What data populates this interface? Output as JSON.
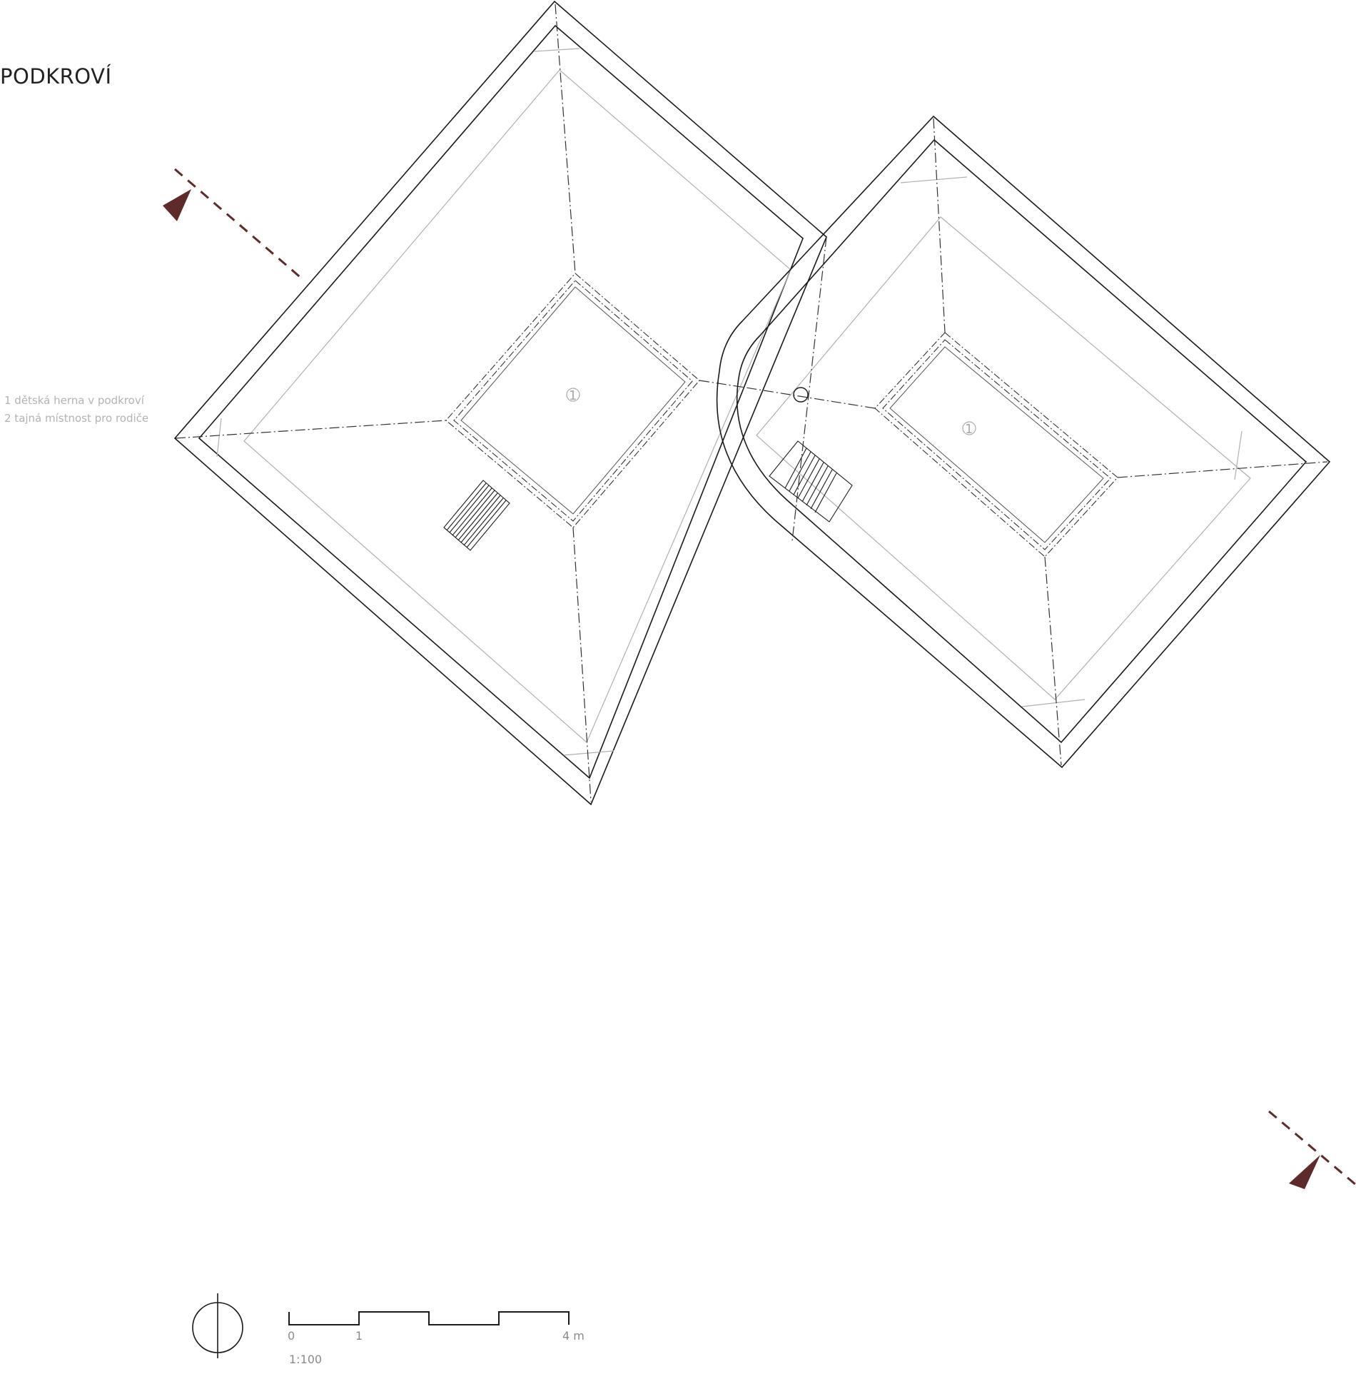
{
  "title": "PODKROVÍ",
  "legend": [
    "1 dětská herna v podkroví",
    "2 tajná místnost pro rodiče"
  ],
  "room_tags": [
    "1",
    "1"
  ],
  "scale": {
    "ticks": [
      "0",
      "1",
      "4 m"
    ],
    "ratio": "1:100"
  },
  "colors": {
    "line": "#1a1a1a",
    "thin": "#b0b0b0",
    "dashdot": "#333333",
    "section_marker": "#5e2a2a",
    "label": "#b3b3b3"
  },
  "icons": [
    "north-arrow-icon",
    "section-arrow-icon"
  ]
}
